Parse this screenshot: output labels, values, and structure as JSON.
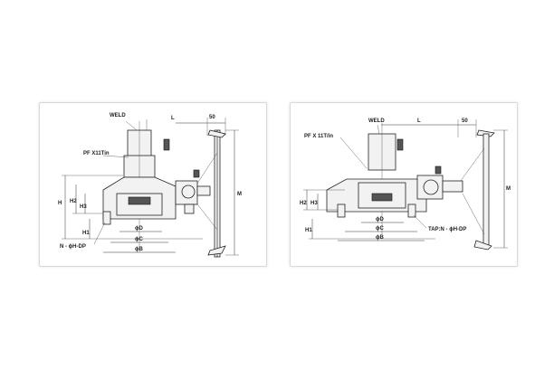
{
  "left_drawing": {
    "labels": {
      "weld": "WELD",
      "l": "L",
      "fifty": "50",
      "pf": "PF X11Tin",
      "h": "H",
      "h2": "H2",
      "h3": "H3",
      "h1": "H1",
      "m": "M",
      "d": "ϕD",
      "c": "ϕC",
      "b": "ϕB",
      "n": "N - ϕH-DP"
    }
  },
  "right_drawing": {
    "labels": {
      "weld": "WELD",
      "l": "L",
      "fifty": "50",
      "pf": "PF X 11T/in",
      "h2": "H2",
      "h3": "H3",
      "h1": "H1",
      "m": "M",
      "d": "ϕD",
      "c": "ϕC",
      "b": "ϕB",
      "tap": "TAP:N - ϕH-DP"
    }
  }
}
